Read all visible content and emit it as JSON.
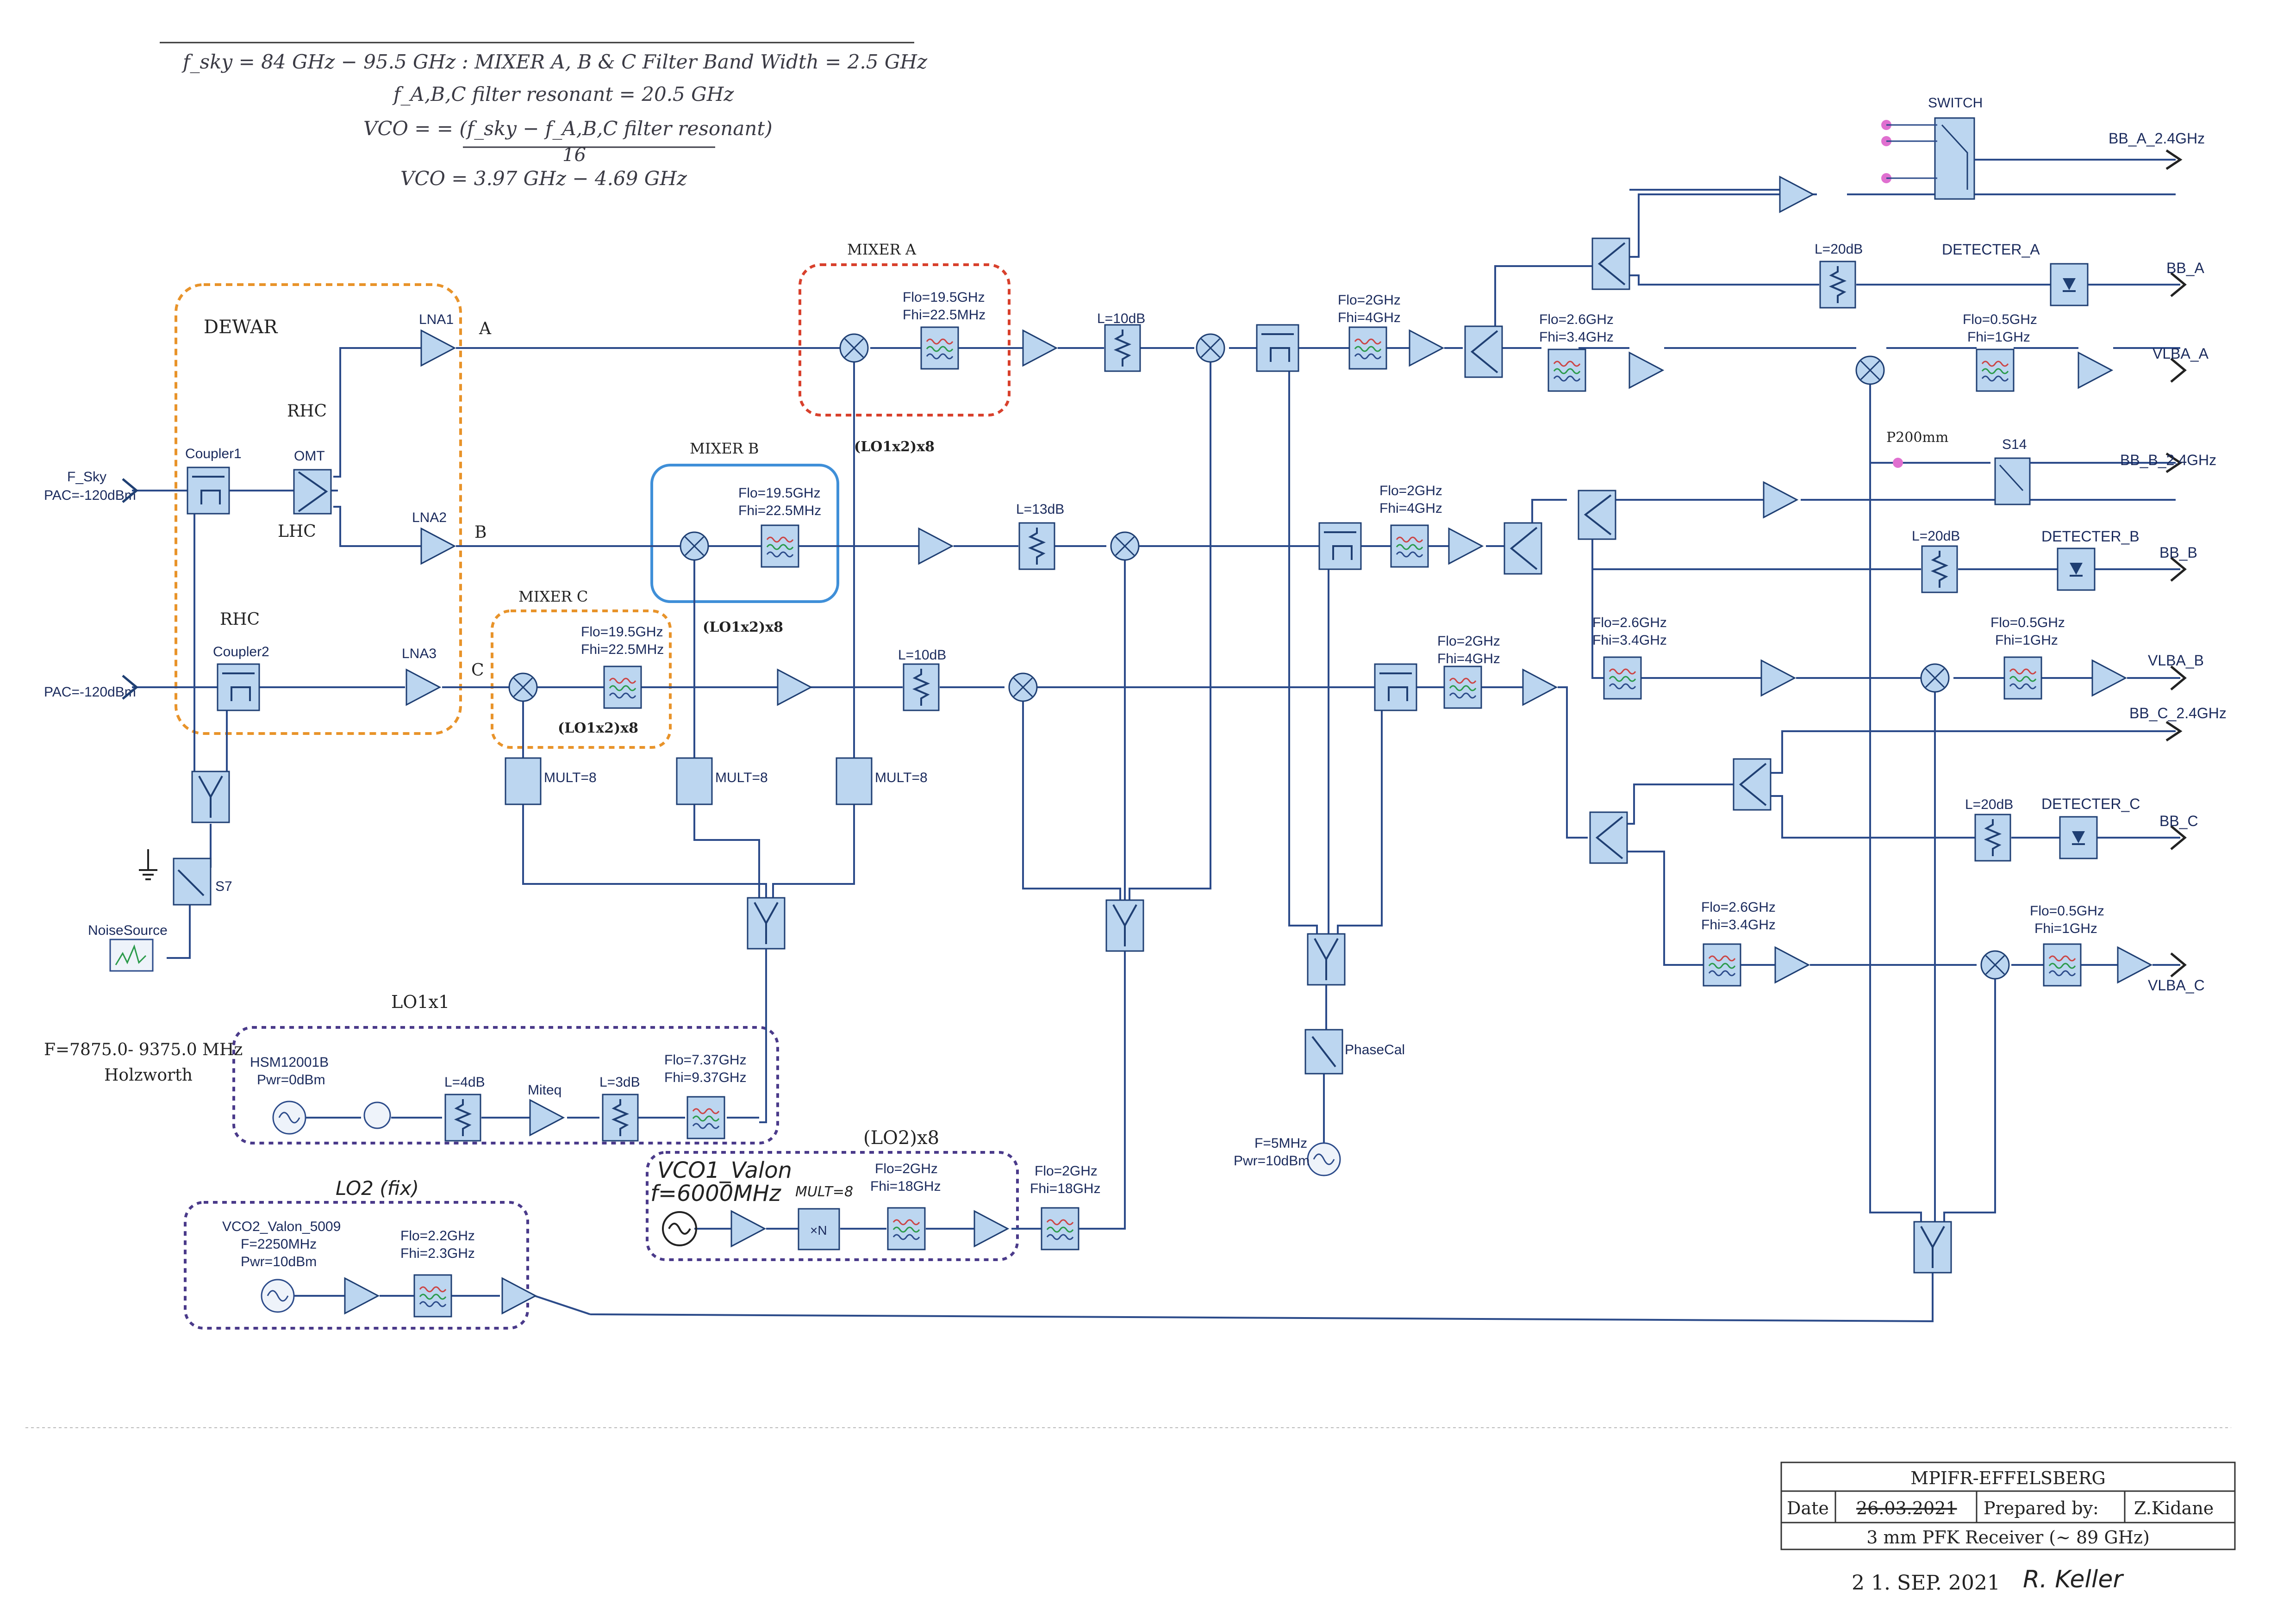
{
  "equations": {
    "fsky": "f_sky = 84 GHz − 95.5 GHz : MIXER A, B & C Filter Band Width = 2.5 GHz",
    "fres": "f_A,B,C filter resonant = 20.5 GHz",
    "vco_num": "VCO = = (f_sky − f_A,B,C filter resonant)",
    "vco_den": "16",
    "vco_range": "VCO = 3.97 GHz − 4.69 GHz"
  },
  "groups": {
    "dewar": "DEWAR",
    "mixer_a": "MIXER A",
    "mixer_b": "MIXER B",
    "mixer_c": "MIXER C",
    "lo1x1": "LO1x1",
    "lo2_fix": "LO2 (fix)",
    "lo2x": "(LO2)x8"
  },
  "colors": {
    "dewar": "#e8932a",
    "mixer_a": "#d8402c",
    "mixer_b": "#3f8fd8",
    "mixer_c": "#e8932a",
    "lo": "#4a3a8a",
    "block": "#bcd6f0",
    "wire": "#2c4b8a"
  },
  "labels": {
    "f_sky": "F_Sky",
    "pac1": "PAC=-120dBm",
    "pac2": "PAC=-120dBm",
    "rhc1": "RHC",
    "rhc2": "RHC",
    "lhc": "LHC",
    "omt": "OMT",
    "coupler1": "Coupler1",
    "coupler2": "Coupler2",
    "lna1": "LNA1",
    "lna2": "LNA2",
    "lna3": "LNA3",
    "ch_a": "A",
    "ch_b": "B",
    "ch_c": "C",
    "s7": "S7",
    "noise": "NoiseSource",
    "lo1x2_a": "(LO1x2)x8",
    "lo1x2_b": "(LO1x2)x8",
    "lo1x2_c": "(LO1x2)x8",
    "mult1": "MULT=8",
    "mult2": "MULT=8",
    "mult3": "MULT=8",
    "mix_a_flo": "Flo=19.5GHz",
    "mix_a_fhi": "Fhi=22.5MHz",
    "mix_b_flo": "Flo=19.5GHz",
    "mix_b_fhi": "Fhi=22.5MHz",
    "mix_c_flo": "Flo=19.5GHz",
    "mix_c_fhi": "Fhi=22.5MHz",
    "att_a": "L=10dB",
    "att_b": "L=13dB",
    "att_c": "L=10dB",
    "bpa_flo": "Flo=2GHz",
    "bpa_fhi": "Fhi=4GHz",
    "bpb_flo": "Flo=2GHz",
    "bpb_fhi": "Fhi=4GHz",
    "bpc_flo": "Flo=2GHz",
    "bpc_fhi": "Fhi=4GHz",
    "bp26a_flo": "Flo=2.6GHz",
    "bp26a_fhi": "Fhi=3.4GHz",
    "bp26b_flo": "Flo=2.6GHz",
    "bp26b_fhi": "Fhi=3.4GHz",
    "bp26c_flo": "Flo=2.6GHz",
    "bp26c_fhi": "Fhi=3.4GHz",
    "bp05a_flo": "Flo=0.5GHz",
    "bp05a_fhi": "Fhi=1GHz",
    "bp05b_flo": "Flo=0.5GHz",
    "bp05b_fhi": "Fhi=1GHz",
    "bp05c_flo": "Flo=0.5GHz",
    "bp05c_fhi": "Fhi=1GHz",
    "l20a": "L=20dB",
    "l20b": "L=20dB",
    "l20c": "L=20dB",
    "det_a": "DETECTER_A",
    "det_b": "DETECTER_B",
    "det_c": "DETECTER_C",
    "switch": "SWITCH",
    "s14": "S14",
    "p200": "P200mm",
    "out_bba24": "BB_A_2.4GHz",
    "out_bba": "BB_A",
    "out_vlbaa": "VLBA_A",
    "out_bbb24": "BB_B_2.4GHz",
    "out_bbb": "BB_B",
    "out_vlbab": "VLBA_B",
    "out_bbc24": "BB_C_2.4GHz",
    "out_bbc": "BB_C",
    "out_vlbac": "VLBA_C",
    "phasecal": "PhaseCal",
    "f5": "F=5MHz",
    "pwr10b": "Pwr=10dBm",
    "frange": "F=7875.0- 9375.0 MHz",
    "holz": "Holzworth",
    "hsm": "HSM12001B",
    "pwr0": "Pwr=0dBm",
    "l4": "L=4dB",
    "miteq": "Miteq",
    "l3": "L=3dB",
    "lo1_flo": "Flo=7.37GHz",
    "lo1_fhi": "Fhi=9.37GHz",
    "vco1a": "VCO1_Valon",
    "vco1b": "f=6000MHz",
    "mult_hand": "MULT=8",
    "lo2bp_flo": "Flo=2GHz",
    "lo2bp_fhi": "Fhi=18GHz",
    "lo2bp2_flo": "Flo=2GHz",
    "lo2bp2_fhi": "Fhi=18GHz",
    "vco2": "VCO2_Valon_5009",
    "f2250": "F=2250MHz",
    "pwr10": "Pwr=10dBm",
    "vco2_flo": "Flo=2.2GHz",
    "vco2_fhi": "Fhi=2.3GHz"
  },
  "titleblock": {
    "org": "MPIFR-EFFELSBERG",
    "date_label": "Date",
    "date_value": "26.03.2021",
    "prepared": "Prepared by:",
    "author": "Z.Kidane",
    "title": "3 mm PFK Receiver (~ 89 GHz)",
    "stamp": "2 1. SEP. 2021",
    "signature": "R. Keller"
  }
}
